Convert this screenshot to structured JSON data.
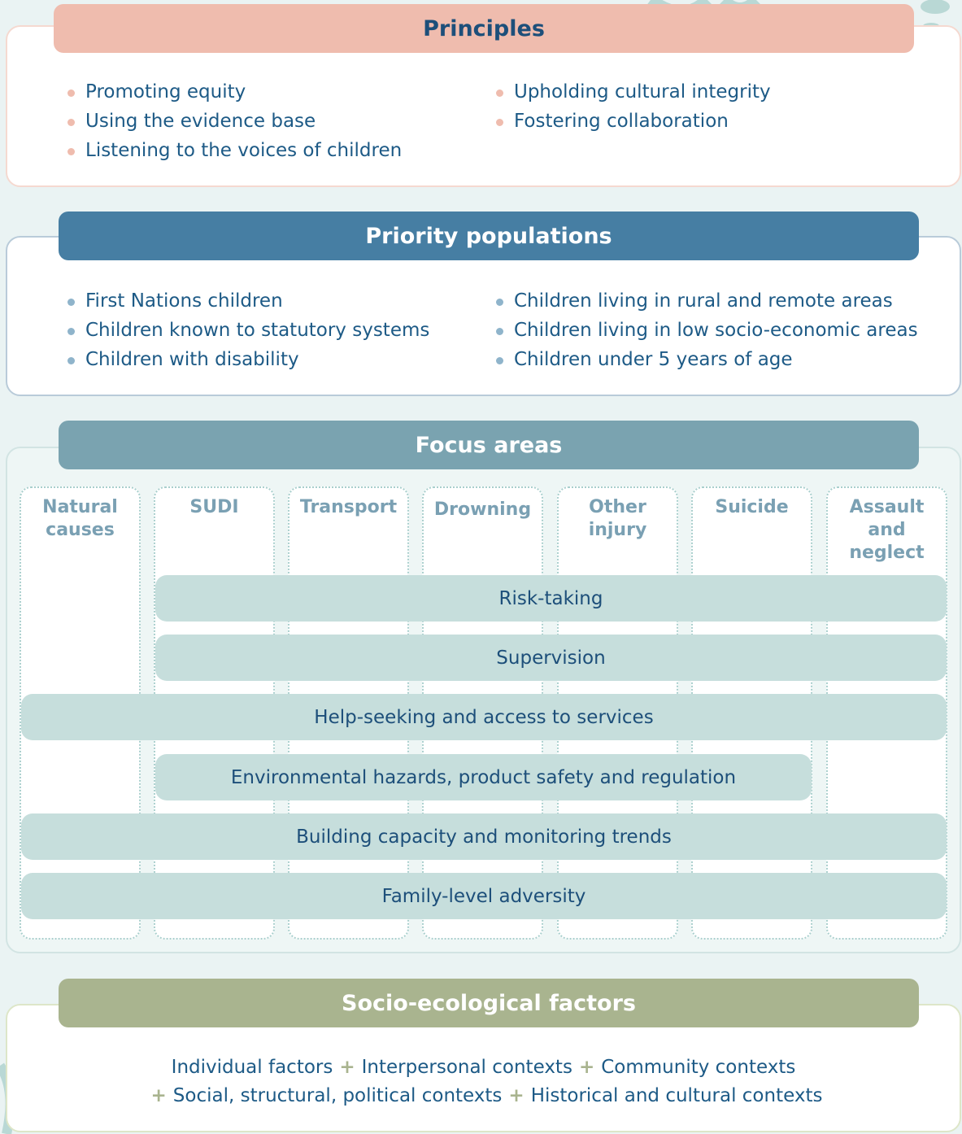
{
  "principles": {
    "title": "Principles",
    "left": [
      "Promoting equity",
      "Using the evidence base",
      "Listening to the voices of children"
    ],
    "right": [
      "Upholding cultural integrity",
      "Fostering collaboration"
    ]
  },
  "priority": {
    "title": "Priority populations",
    "left": [
      "First Nations children",
      "Children known to statutory systems",
      "Children with disability"
    ],
    "right": [
      "Children living in rural and remote areas",
      "Children living in low socio-economic areas",
      "Children under 5 years of age"
    ]
  },
  "focus": {
    "title": "Focus areas",
    "columns": [
      "Natural causes",
      "SUDI",
      "Transport",
      "Drowning",
      "Other injury",
      "Suicide",
      "Assault and neglect"
    ],
    "bars": [
      "Risk-taking",
      "Supervision",
      "Help-seeking and access to services",
      "Environmental hazards, product safety and regulation",
      "Building capacity and monitoring trends",
      "Family-level adversity"
    ]
  },
  "socio": {
    "title": "Socio-ecological factors",
    "items": [
      "Individual factors",
      "Interpersonal contexts",
      "Community contexts",
      "Social, structural, political contexts",
      "Historical and cultural contexts"
    ]
  },
  "colors": {
    "principles": "#efbcae",
    "priority": "#467ea3",
    "focus": "#7aa3b0",
    "socio": "#a9b48f",
    "bar": "#c6dedc",
    "text": "#1d4f7a"
  }
}
